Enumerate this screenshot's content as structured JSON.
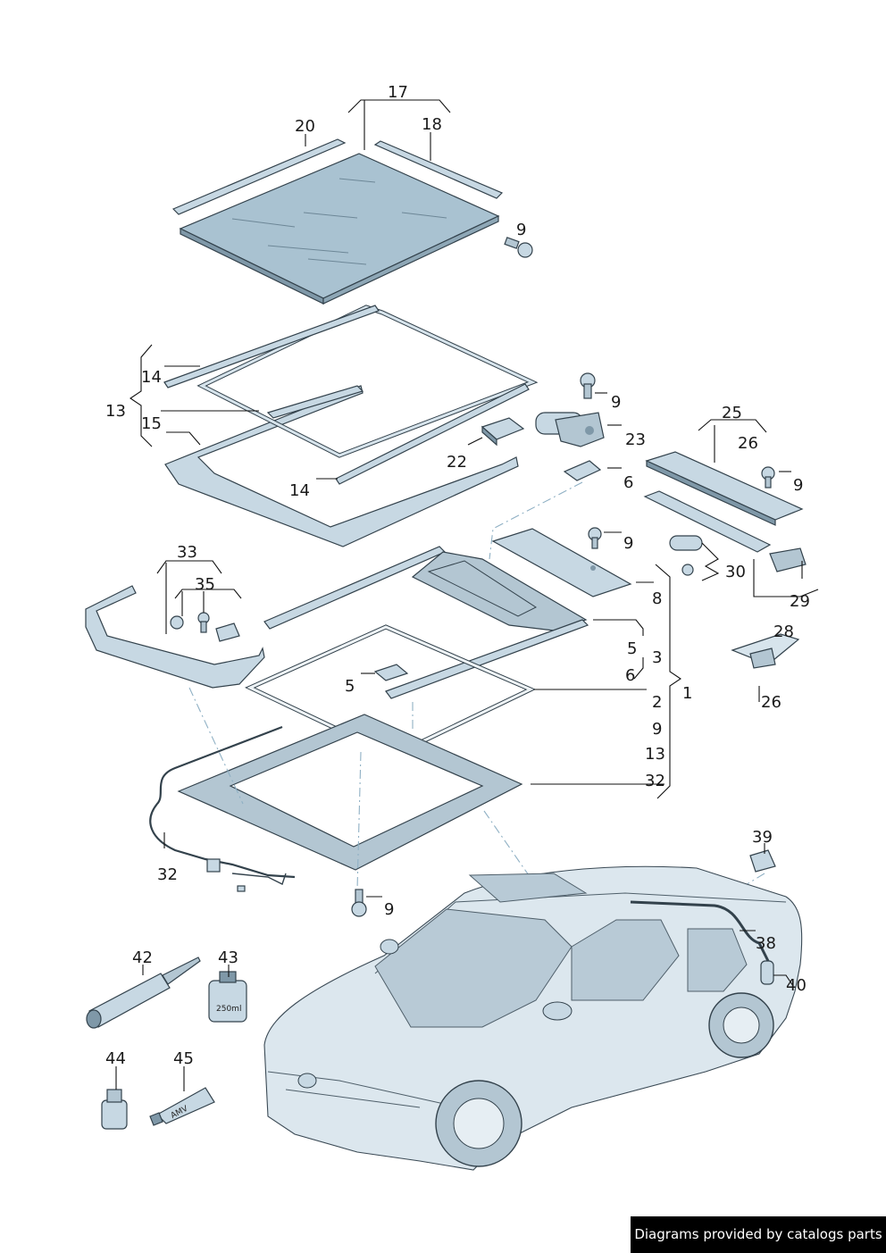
{
  "callouts": {
    "n17": "17",
    "n18": "18",
    "n20": "20",
    "n9a": "9",
    "n14a": "14",
    "n13": "13",
    "n15": "15",
    "n14b": "14",
    "n22": "22",
    "n9b": "9",
    "n23": "23",
    "n6a": "6",
    "n25": "25",
    "n26a": "26",
    "n9c": "9",
    "n9d": "9",
    "n8": "8",
    "n30": "30",
    "n29": "29",
    "n33": "33",
    "n35": "35",
    "n5a": "5",
    "n5b": "5",
    "n3": "3",
    "n6b": "6",
    "n2": "2",
    "n1": "1",
    "n9e": "9",
    "n13b": "13",
    "n32a": "32",
    "n28": "28",
    "n26b": "26",
    "n32b": "32",
    "n9f": "9",
    "n39": "39",
    "n38": "38",
    "n40": "40",
    "n42": "42",
    "n43": "43",
    "n44": "44",
    "n45": "45"
  },
  "product_labels": {
    "can": "250ml",
    "tube": "AMV"
  },
  "credit": "Diagrams provided by catalogs parts",
  "colors": {
    "part_fill": "#c7d8e3",
    "part_dark": "#7f98a8",
    "glass": "#a9c2d1",
    "outline": "#33424c",
    "credit_bg": "#000000"
  }
}
